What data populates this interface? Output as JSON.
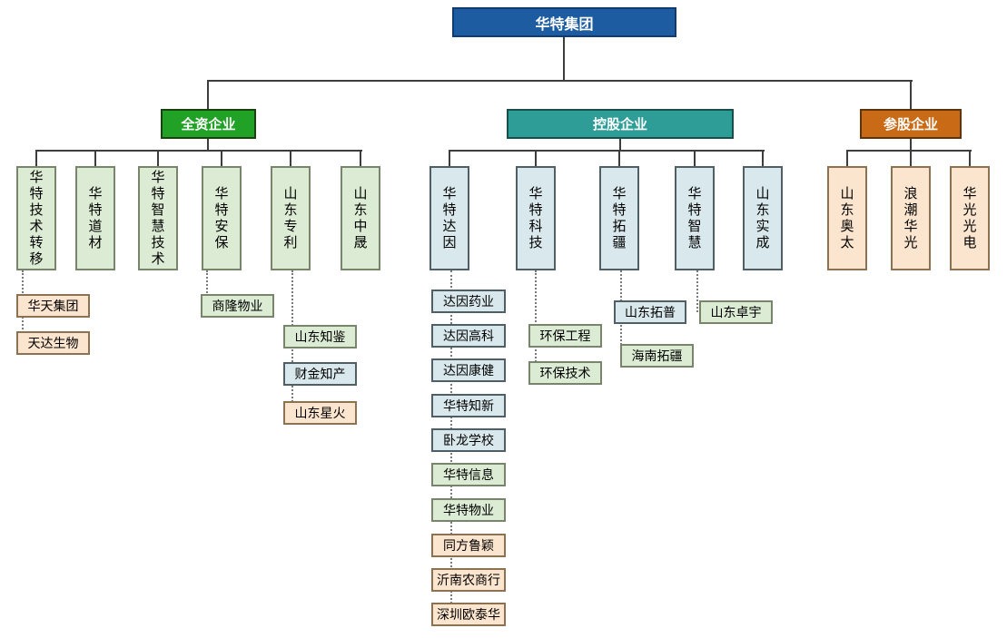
{
  "root": {
    "label": "华特集团"
  },
  "groups": [
    {
      "label": "全资企业",
      "children": [
        {
          "label": "华特技术转移",
          "subs": [
            {
              "label": "华天集团"
            },
            {
              "label": "天达生物"
            }
          ]
        },
        {
          "label": "华特道材",
          "subs": []
        },
        {
          "label": "华特智慧技术",
          "subs": []
        },
        {
          "label": "华特安保",
          "subs": [
            {
              "label": "商隆物业"
            }
          ]
        },
        {
          "label": "山东专利",
          "subs": [
            {
              "label": "山东知鉴"
            },
            {
              "label": "财金知产"
            },
            {
              "label": "山东星火"
            }
          ]
        },
        {
          "label": "山东中晟",
          "subs": []
        }
      ]
    },
    {
      "label": "控股企业",
      "children": [
        {
          "label": "华特达因",
          "subs": [
            {
              "label": "达因药业"
            },
            {
              "label": "达因高科"
            },
            {
              "label": "达因康健"
            },
            {
              "label": "华特知新"
            },
            {
              "label": "卧龙学校"
            },
            {
              "label": "华特信息"
            },
            {
              "label": "华特物业"
            },
            {
              "label": "同方鲁颖"
            },
            {
              "label": "沂南农商行"
            },
            {
              "label": "深圳欧泰华"
            }
          ]
        },
        {
          "label": "华特科技",
          "subs": [
            {
              "label": "环保工程"
            },
            {
              "label": "环保技术"
            }
          ]
        },
        {
          "label": "华特拓疆",
          "subs": [
            {
              "label": "山东拓普"
            },
            {
              "label": "海南拓疆"
            }
          ]
        },
        {
          "label": "华特智慧",
          "subs": [
            {
              "label": "山东卓宇"
            }
          ]
        },
        {
          "label": "山东实成",
          "subs": []
        }
      ]
    },
    {
      "label": "参股企业",
      "children": [
        {
          "label": "山东奥太",
          "subs": []
        },
        {
          "label": "浪潮华光",
          "subs": []
        },
        {
          "label": "华光光电",
          "subs": []
        }
      ]
    }
  ],
  "colors": {
    "root_fill": "#1d5ca0",
    "wholly_owned_fill": "#22a127",
    "holding_fill": "#2e9d98",
    "minority_fill": "#c96b16",
    "leaf_green": "#dcebd3",
    "leaf_blue": "#d9e8ec",
    "leaf_peach": "#fbe5ce"
  }
}
